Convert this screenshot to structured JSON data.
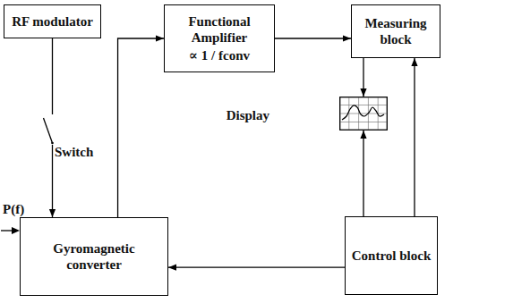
{
  "diagram": {
    "nodes": [
      {
        "text": [
          "RF modulator"
        ]
      },
      {
        "text": [
          "Functional Amplifier",
          "∝ 1 / fconv"
        ]
      },
      {
        "text": [
          "Measuring block"
        ]
      },
      {
        "text": [
          "Display"
        ]
      },
      {
        "text": [
          "Gyromagnetic converter"
        ]
      },
      {
        "text": [
          "Control block"
        ]
      }
    ],
    "edges": [
      {
        "from": 0,
        "to": 4,
        "arrow": "to"
      },
      {
        "from": 4,
        "to": 1,
        "arrow": "to"
      },
      {
        "from": 1,
        "to": 2,
        "arrow": "to"
      },
      {
        "from": 2,
        "to": 3,
        "arrow": "to"
      },
      {
        "from": 5,
        "to": 3,
        "arrow": "to"
      },
      {
        "from": 5,
        "to": 2,
        "arrow": "to"
      },
      {
        "from": 5,
        "to": 4,
        "arrow": "to"
      }
    ],
    "labels": [
      "Switch",
      "P(f)"
    ]
  }
}
